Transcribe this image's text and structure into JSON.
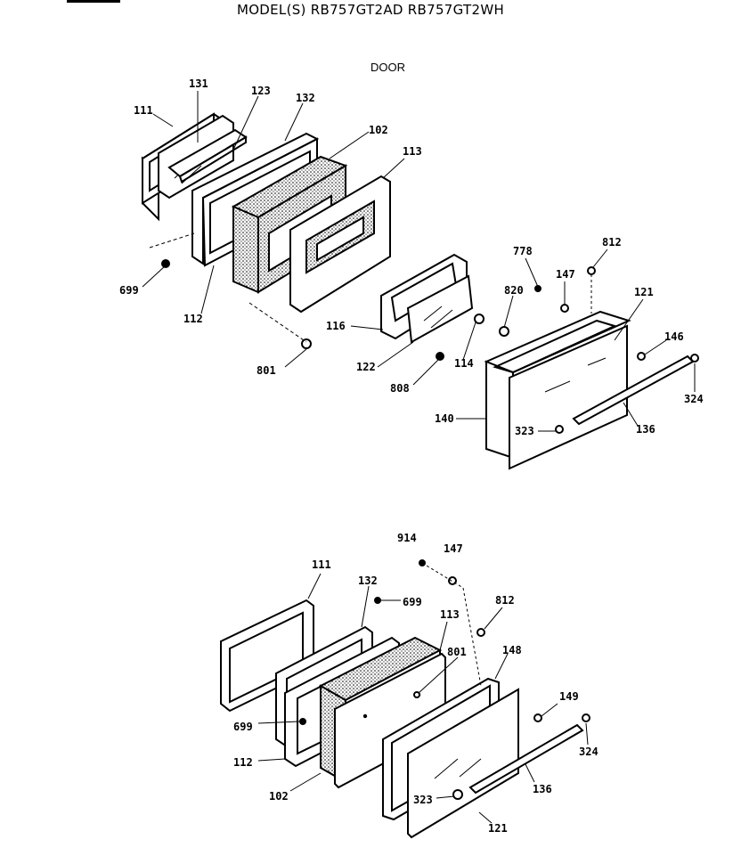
{
  "header": {
    "title": "MODEL(S) RB757GT2AD  RB757GT2WH",
    "subtitle": "DOOR"
  },
  "diagram_top": {
    "labels": [
      "111",
      "131",
      "123",
      "132",
      "102",
      "113",
      "699",
      "112",
      "116",
      "801",
      "122",
      "808",
      "114",
      "820",
      "778",
      "147",
      "812",
      "121",
      "146",
      "140",
      "323",
      "136",
      "324"
    ]
  },
  "diagram_bottom": {
    "labels": [
      "914",
      "147",
      "111",
      "132",
      "699",
      "113",
      "812",
      "801",
      "148",
      "699",
      "149",
      "112",
      "324",
      "102",
      "323",
      "136",
      "121"
    ]
  }
}
